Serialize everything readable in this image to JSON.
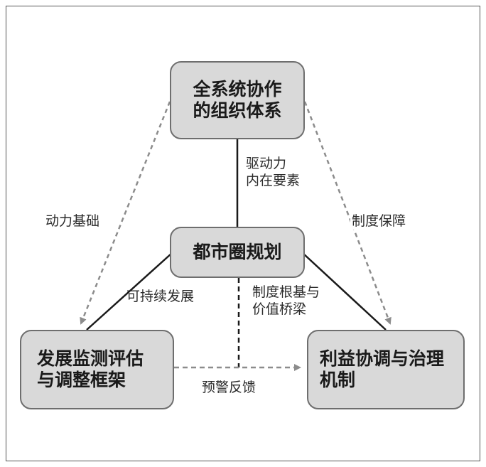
{
  "nodes": {
    "top": {
      "lines": [
        "全系统协作",
        "的组织体系"
      ]
    },
    "center": {
      "lines": [
        "都市圈规划"
      ]
    },
    "left": {
      "lines": [
        "发展监测评估",
        "与调整框架"
      ]
    },
    "right": {
      "lines": [
        "利益协调与治理",
        "机制"
      ]
    }
  },
  "edges": {
    "center_to_top": {
      "style": "solid",
      "lines": [
        "驱动力",
        "内在要素"
      ]
    },
    "top_to_left": {
      "style": "dashed-arrow",
      "lines": [
        "动力基础"
      ]
    },
    "top_to_right": {
      "style": "dashed-arrow",
      "lines": [
        "制度保障"
      ]
    },
    "center_to_left": {
      "style": "solid",
      "lines": [
        "可持续发展"
      ]
    },
    "center_to_right": {
      "style": "solid",
      "lines": [
        "制度根基与",
        "价值桥梁"
      ]
    },
    "left_to_right": {
      "style": "dashed-arrow",
      "lines": [
        "预警反馈"
      ]
    }
  },
  "colors": {
    "node_fill": "#d9d9d9",
    "node_border": "#6e6e6e",
    "solid_line": "#1a1a1a",
    "dashed_line": "#8c8c8c",
    "frame": "#555555"
  }
}
